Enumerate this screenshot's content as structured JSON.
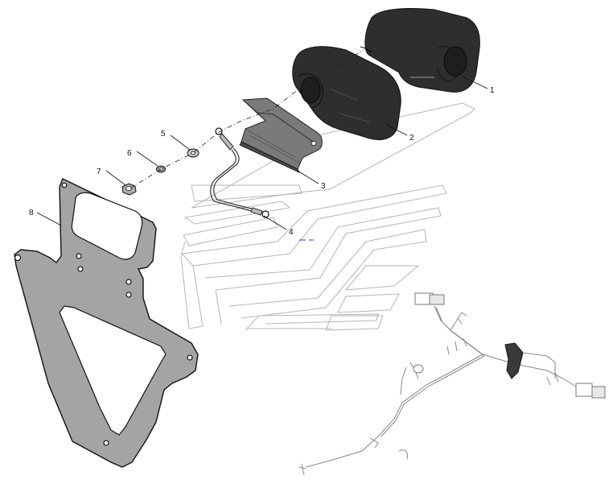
{
  "callouts": {
    "c1": "1",
    "c2": "2",
    "c3": "3",
    "c4": "4",
    "c5": "5",
    "c6": "6",
    "c7": "7",
    "c8": "8"
  },
  "colors": {
    "background": "#ffffff",
    "part_dark": "#2e2e2e",
    "plate_gray": "#a4a4a4",
    "outline_gray": "#b5b5b5",
    "center_mark_blue": "#1f3fbf"
  },
  "icons": [
    "lamp-housing",
    "lamp-lens",
    "mounting-bracket",
    "ground-wire",
    "flat-washer",
    "lock-washer",
    "hex-nut",
    "license-plate-bracket",
    "wiring-harness"
  ]
}
